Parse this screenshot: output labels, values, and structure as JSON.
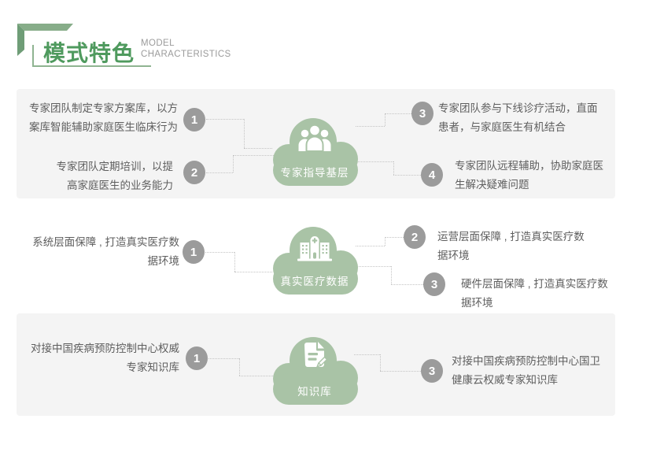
{
  "header": {
    "title": "模式特色",
    "subtitle": "MODEL\nCHARACTERISTICS"
  },
  "colors": {
    "title_green": "#4F9A5E",
    "banner_green": "#87AD89",
    "banner_green_dark": "#6F9D77",
    "frame_line_green": "#8FB491",
    "cloud_green": "#A9C3A6",
    "circle_gray": "#9B9B9B",
    "text_gray": "#5E5E5E",
    "panel_gray": "#F4F4F4",
    "connector_gray": "#C4C4C4",
    "subtitle_gray": "#9B9B9B"
  },
  "sections": [
    {
      "name": "expert-guidance",
      "cloud_label": "专家指导基层",
      "cloud_icon": "people-group-icon",
      "items": [
        {
          "number": "1",
          "text": "专家团队制定专家方案库，以方\n案库智能辅助家庭医生临床行为"
        },
        {
          "number": "2",
          "text": "专家团队定期培训，以提\n高家庭医生的业务能力"
        },
        {
          "number": "3",
          "text": "专家团队参与下线诊疗活动，直面\n患者，与家庭医生有机结合"
        },
        {
          "number": "4",
          "text": "专家团队远程辅助，协助家庭医\n生解决疑难问题"
        }
      ]
    },
    {
      "name": "real-medical-data",
      "cloud_label": "真实医疗数据",
      "cloud_icon": "hospital-icon",
      "items": [
        {
          "number": "1",
          "text": "系统层面保障 , 打造真实医疗数\n据环境"
        },
        {
          "number": "2",
          "text": "运营层面保障 , 打造真实医疗数\n据环境"
        },
        {
          "number": "3",
          "text": "硬件层面保障 , 打造真实医疗数\n据环境"
        }
      ]
    },
    {
      "name": "knowledge-base",
      "cloud_label": "知识库",
      "cloud_icon": "document-pencil-icon",
      "items": [
        {
          "number": "1",
          "text": "对接中国疾病预防控制中心权威\n专家知识库"
        },
        {
          "number": "3",
          "text": "对接中国疾病预防控制中心国卫\n健康云权威专家知识库"
        }
      ]
    }
  ]
}
